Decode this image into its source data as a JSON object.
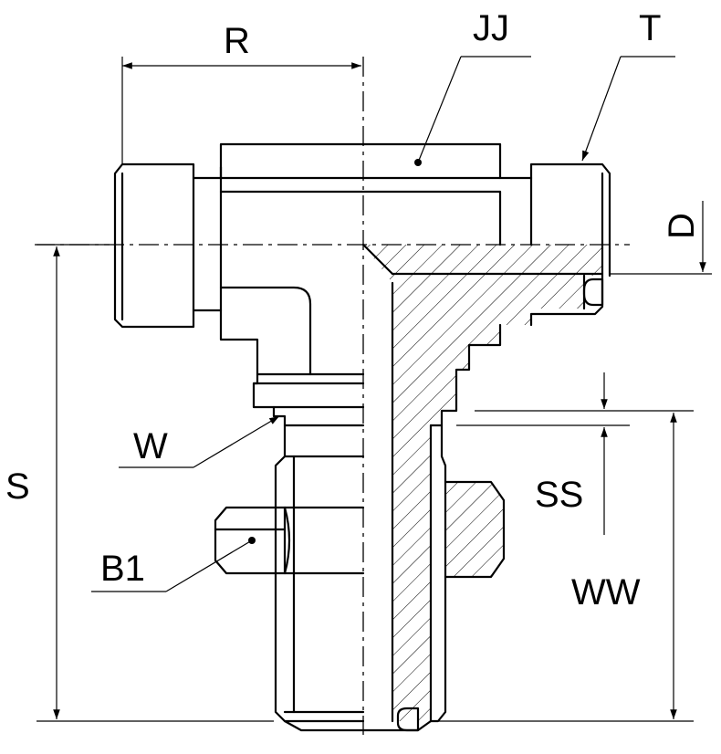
{
  "diagram": {
    "type": "technical drawing",
    "subject": "tee fitting with locknut and bulkhead stud",
    "labels": {
      "R": "R",
      "JJ": "JJ",
      "T": "T",
      "D": "D",
      "S": "S",
      "W": "W",
      "SS": "SS",
      "B1": "B1",
      "WW": "WW"
    },
    "colors": {
      "line": "#000000",
      "background": "#ffffff"
    }
  }
}
